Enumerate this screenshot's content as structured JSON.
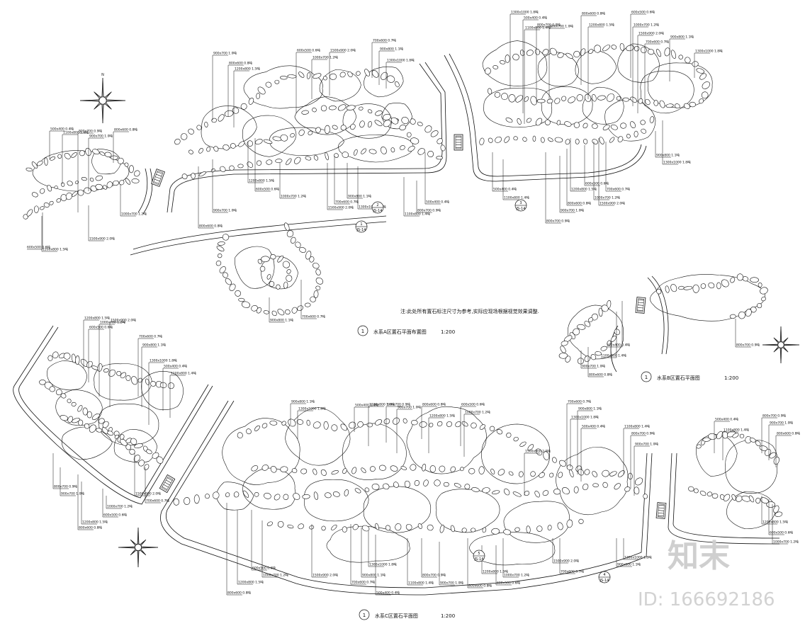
{
  "plans": [
    {
      "num": "1",
      "title": "水系A区置石平面布置图",
      "scale": "1:200"
    },
    {
      "num": "1",
      "title": "水系B区置石平面图",
      "scale": "1:200"
    },
    {
      "num": "1",
      "title": "水系C区置石平面图",
      "scale": "1:200"
    }
  ],
  "general_note": "注:此处所有置石标注尺寸为参考,实际应现场根据视觉效果调整.",
  "detail_markers": [
    {
      "top": "1",
      "bottom": "JS-14"
    },
    {
      "top": "2",
      "bottom": "JS-14"
    },
    {
      "top": "3",
      "bottom": "JS-14"
    },
    {
      "top": "4",
      "bottom": "JS-14"
    },
    {
      "top": "5",
      "bottom": "JS-14"
    }
  ],
  "callouts": [
    "900x700 1.0吨",
    "800x600 0.8吨",
    "1200x800 1.5吨",
    "600x500 0.6吨",
    "1000x700 1.2吨",
    "1500x900 2.0吨",
    "700x600 0.7吨",
    "900x800 1.1吨",
    "1300x1000 1.8吨",
    "500x400 0.4吨",
    "1100x800 1.4吨",
    "800x700 0.9吨"
  ],
  "north_label": "N",
  "watermark": {
    "brand": "知末",
    "id": "ID: 166692186"
  },
  "icons": [
    "north-arrow-icon",
    "bridge-icon"
  ]
}
